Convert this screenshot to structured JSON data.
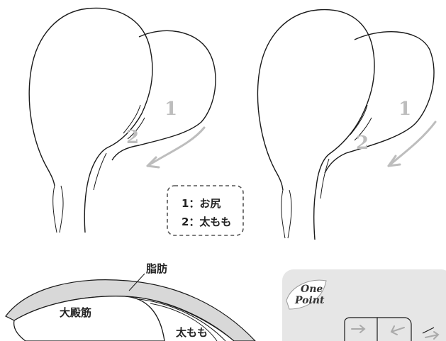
{
  "left_figure": {
    "label_1": "1",
    "label_2": "2"
  },
  "right_figure": {
    "label_1": "1",
    "label_2": "2"
  },
  "legend": {
    "line_1": "1：お尻",
    "line_2": "2：太もも"
  },
  "anatomy": {
    "fat_label": "脂肪",
    "gluteus_label": "大殿筋",
    "thigh_label": "太もも"
  },
  "one_point": {
    "line_1": "One",
    "line_2": "Point"
  },
  "colors": {
    "outline": "#1a1a1a",
    "gray_label": "#bdbdbd",
    "panel_bg": "#e6e6e6",
    "fat_fill": "#d8d8d8"
  }
}
